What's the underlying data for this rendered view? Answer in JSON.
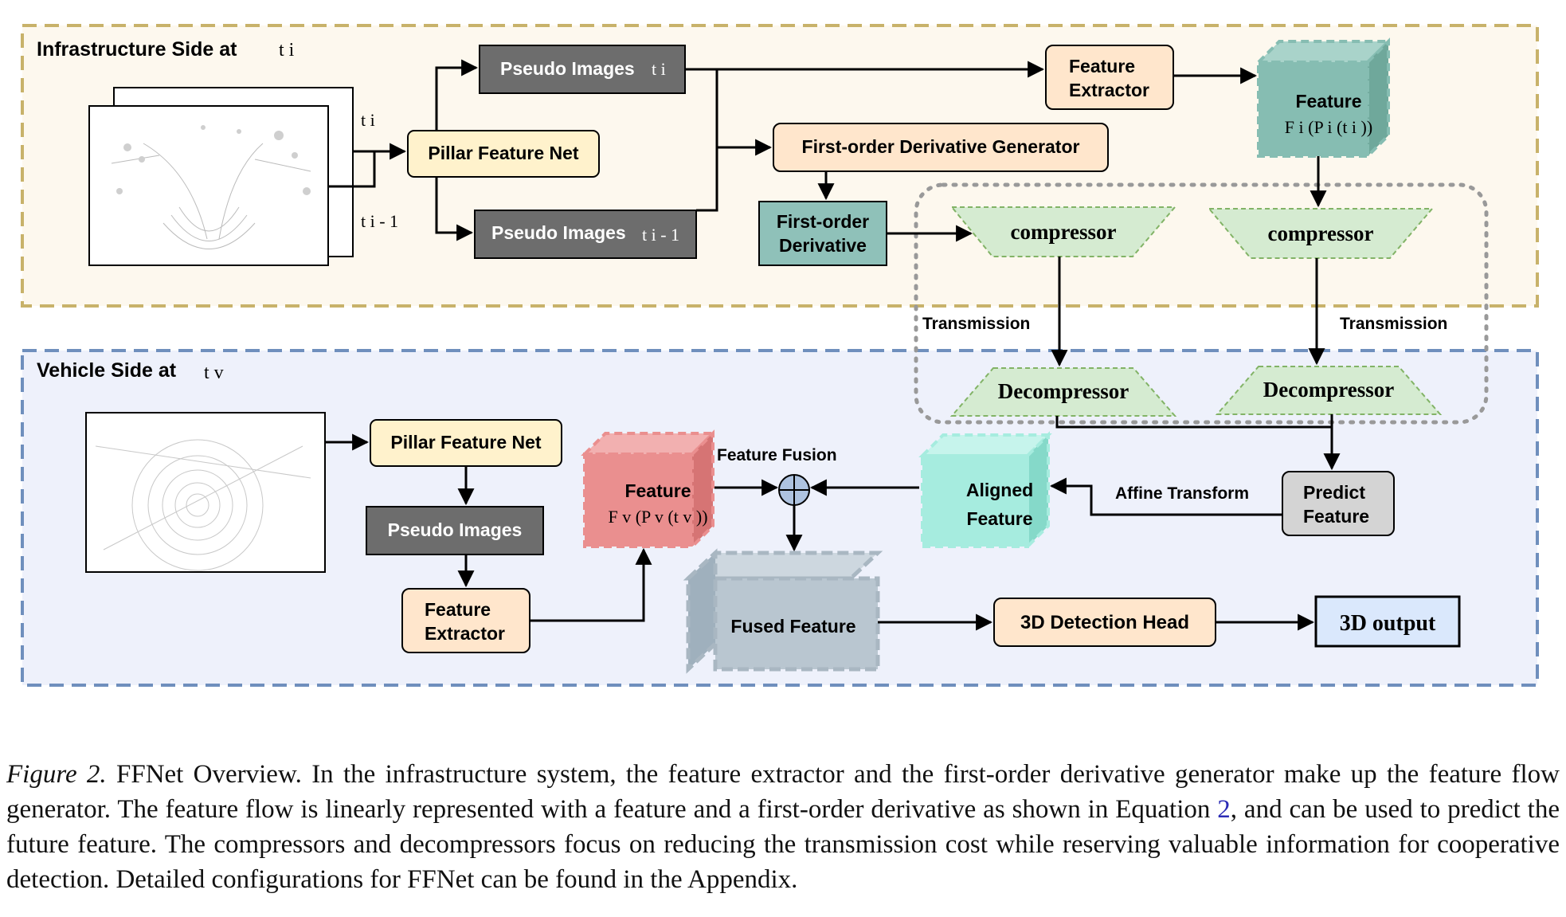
{
  "infra": {
    "title": "Infrastructure Side at",
    "title_sub": "t i",
    "label_ti": "t i",
    "label_ti1": "t i - 1",
    "pillar": "Pillar Feature Net",
    "pseudo_ti_label": "Pseudo Images",
    "pseudo_ti_sub": "t i",
    "pseudo_ti1_label": "Pseudo Images",
    "pseudo_ti1_sub": "t i - 1",
    "extractor_line1": "Feature",
    "extractor_line2": "Extractor",
    "deriv_gen": "First-order Derivative Generator",
    "deriv_line1": "First-order",
    "deriv_line2": "Derivative",
    "feature_line1": "Feature",
    "feature_line2": "F i (P i (t i ))",
    "compressor_left": "compressor",
    "compressor_right": "compressor"
  },
  "transmission_left": "Transmission",
  "transmission_right": "Transmission",
  "vehicle": {
    "title": "Vehicle Side at",
    "title_sub": "t v",
    "pillar": "Pillar Feature Net",
    "pseudo": "Pseudo Images",
    "extractor_line1": "Feature",
    "extractor_line2": "Extractor",
    "feature_line1": "Feature",
    "feature_line2": "F v (P v (t v ))",
    "fusion_label": "Feature Fusion",
    "aligned_line1": "Aligned",
    "aligned_line2": "Feature",
    "affine": "Affine Transform",
    "predict_line1": "Predict",
    "predict_line2": "Feature",
    "decompressor_left": "Decompressor",
    "decompressor_right": "Decompressor",
    "fused": "Fused Feature",
    "head": "3D Detection Head",
    "output": "3D output"
  },
  "caption": {
    "label": "Figure 2.",
    "text_a": " FFNet Overview. In the infrastructure system, the feature extractor and the first-order derivative generator make up the feature flow generator. The feature flow is linearly represented with a feature and a first-order derivative as shown in Equation ",
    "eq_ref": "2",
    "text_b": ", and can be used to predict the future feature. The compressors and decompressors focus on reducing the transmission cost while reserving valuable information for cooperative detection. Detailed configurations for FFNet can be found in the Appendix."
  },
  "colors": {
    "infra_bg": "#fdf8ee",
    "infra_border": "#c8b26a",
    "vehicle_bg": "#eef1fb",
    "vehicle_border": "#6f8fbd",
    "pillar_fill": "#fff2cc",
    "extractor_fill": "#ffe6cc",
    "pseudo_fill": "#6d6d6d",
    "deriv_fill": "#8fc1b9",
    "infra_feature": "#86bdb2",
    "vehicle_feature": "#ea8f8f",
    "aligned_feature": "#a6ecdf",
    "fused_feature": "#b9c6d0",
    "compressor_fill": "#d5ebd1",
    "predict_fill": "#d4d4d4",
    "output_fill": "#dae8fc",
    "eq_ref": "#2b2bb5"
  }
}
